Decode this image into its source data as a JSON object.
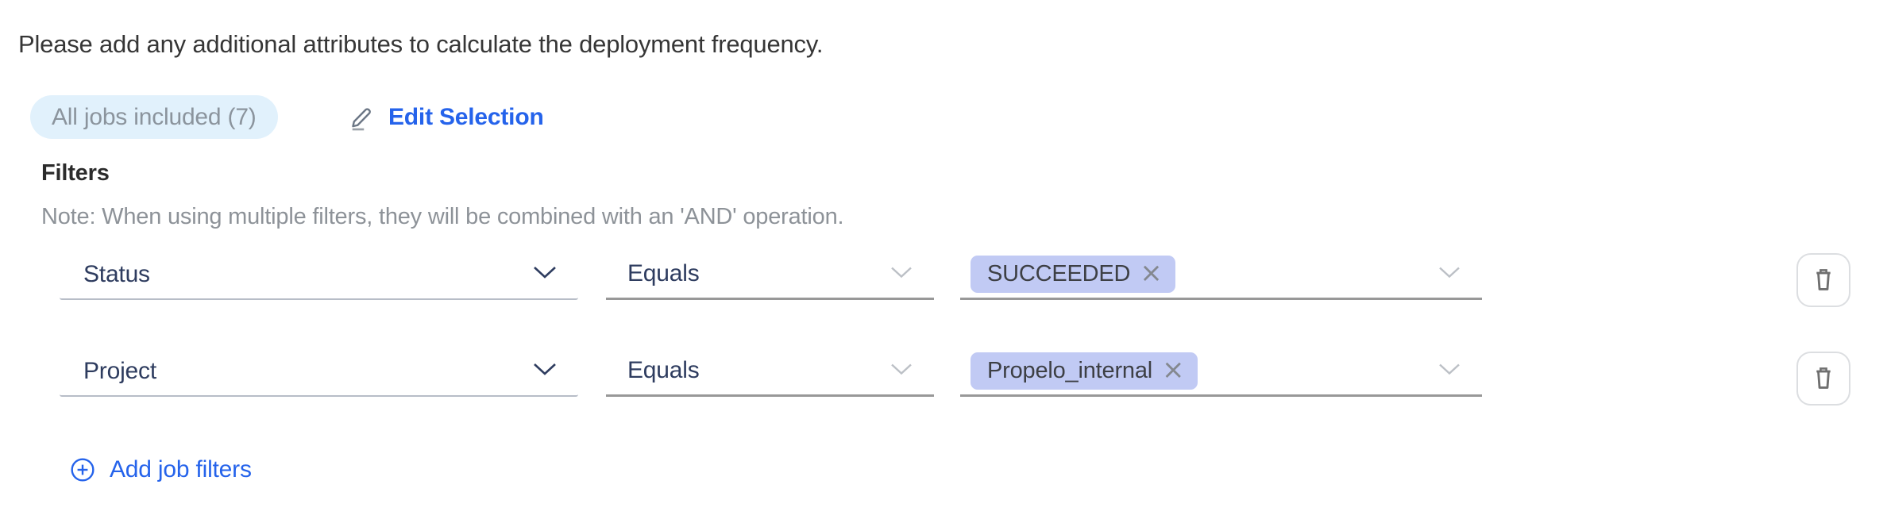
{
  "intro_text": "Please add any additional attributes to calculate the deployment frequency.",
  "jobs_summary": {
    "included_badge": "All jobs included (7)",
    "edit_button": "Edit Selection"
  },
  "filters": {
    "heading": "Filters",
    "note": "Note: When using multiple filters, they will be combined with an 'AND' operation.",
    "add_button": "Add job filters",
    "rows": [
      {
        "attribute": "Status",
        "operator": "Equals",
        "value_tag": "SUCCEEDED"
      },
      {
        "attribute": "Project",
        "operator": "Equals",
        "value_tag": "Propelo_internal"
      }
    ]
  },
  "icons": {
    "edit": "pencil-with-underline",
    "add": "plus-circle",
    "delete": "trash",
    "dropdown": "chevron-down",
    "tag_remove_glyph": "×"
  },
  "colors": {
    "link_blue": "#2563eb",
    "badge_bg": "#e1f1fc",
    "badge_text": "#8b949d",
    "tag_bg": "#c1caf4",
    "select_text": "#2e3c5f",
    "note_text": "#8d9298",
    "underline_gray": "#989898"
  }
}
